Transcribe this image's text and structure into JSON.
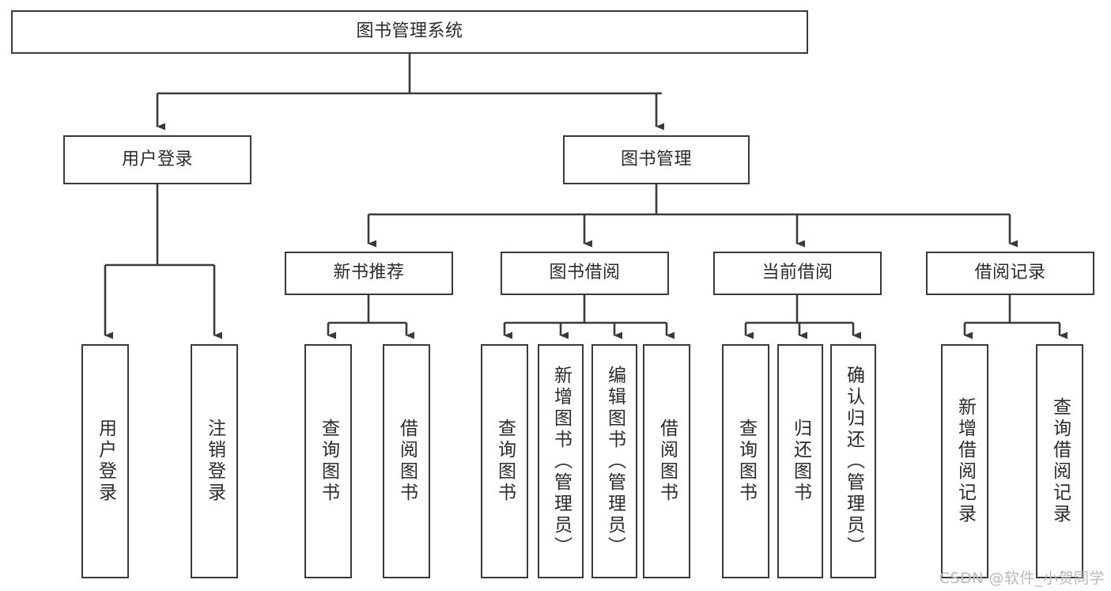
{
  "diagram": {
    "type": "tree-hierarchy-chart",
    "title": "图书管理系统",
    "orientation": "top-down",
    "colors": {
      "box_border": "#3a3a3a",
      "box_fill": "#ffffff",
      "connector": "#3a3a3a",
      "text": "#2b2b2b",
      "watermark": "#b9b9b9",
      "background": "#ffffff"
    },
    "levels": [
      {
        "level": 1,
        "nodes": [
          {
            "id": "root",
            "label": "图书管理系统",
            "text_direction": "horizontal"
          }
        ]
      },
      {
        "level": 2,
        "nodes": [
          {
            "id": "user-login",
            "label": "用户登录",
            "text_direction": "horizontal",
            "parent": "root"
          },
          {
            "id": "book-manage",
            "label": "图书管理",
            "text_direction": "horizontal",
            "parent": "root"
          }
        ]
      },
      {
        "level": 3,
        "nodes": [
          {
            "id": "new-book-rec",
            "label": "新书推荐",
            "text_direction": "horizontal",
            "parent": "book-manage"
          },
          {
            "id": "book-borrow",
            "label": "图书借阅",
            "text_direction": "horizontal",
            "parent": "book-manage"
          },
          {
            "id": "current-borrow",
            "label": "当前借阅",
            "text_direction": "horizontal",
            "parent": "book-manage"
          },
          {
            "id": "borrow-record",
            "label": "借阅记录",
            "text_direction": "horizontal",
            "parent": "book-manage"
          }
        ]
      },
      {
        "level": 4,
        "nodes": [
          {
            "id": "leaf-user-login",
            "label": "用户登录",
            "text_direction": "vertical",
            "parent": "user-login"
          },
          {
            "id": "leaf-logout",
            "label": "注销登录",
            "text_direction": "vertical",
            "parent": "user-login"
          },
          {
            "id": "leaf-query-book-1",
            "label": "查询图书",
            "text_direction": "vertical",
            "parent": "new-book-rec"
          },
          {
            "id": "leaf-borrow-book-1",
            "label": "借阅图书",
            "text_direction": "vertical",
            "parent": "new-book-rec"
          },
          {
            "id": "leaf-query-book-2",
            "label": "查询图书",
            "text_direction": "vertical",
            "parent": "book-borrow"
          },
          {
            "id": "leaf-add-book",
            "label": "新增图书（管理员）",
            "text_direction": "vertical",
            "parent": "book-borrow"
          },
          {
            "id": "leaf-edit-book",
            "label": "编辑图书（管理员）",
            "text_direction": "vertical",
            "parent": "book-borrow"
          },
          {
            "id": "leaf-borrow-book-2",
            "label": "借阅图书",
            "text_direction": "vertical",
            "parent": "book-borrow"
          },
          {
            "id": "leaf-query-book-3",
            "label": "查询图书",
            "text_direction": "vertical",
            "parent": "current-borrow"
          },
          {
            "id": "leaf-return-book",
            "label": "归还图书",
            "text_direction": "vertical",
            "parent": "current-borrow"
          },
          {
            "id": "leaf-confirm-return",
            "label": "确认归还（管理员）",
            "text_direction": "vertical",
            "parent": "current-borrow"
          },
          {
            "id": "leaf-add-record",
            "label": "新增借阅记录",
            "text_direction": "vertical",
            "parent": "borrow-record"
          },
          {
            "id": "leaf-query-record",
            "label": "查询借阅记录",
            "text_direction": "vertical",
            "parent": "borrow-record"
          }
        ]
      }
    ]
  },
  "watermark": {
    "text": "CSDN @软件_小贺同学"
  }
}
